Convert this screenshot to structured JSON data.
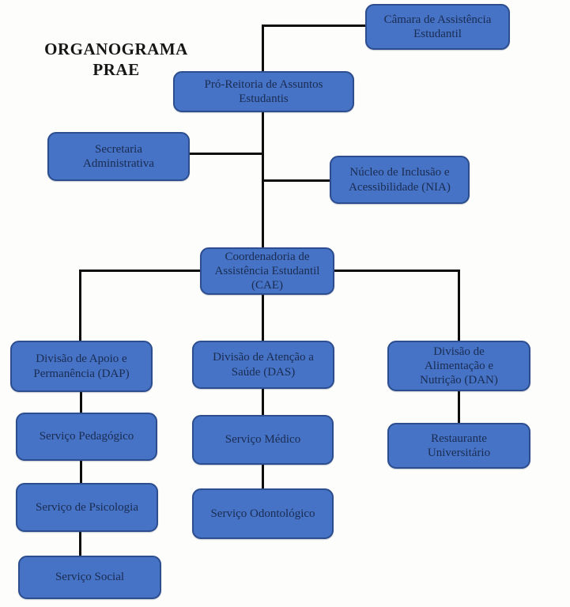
{
  "title": {
    "text": "ORGANOGRAMA\nPRAE"
  },
  "colors": {
    "box_fill": "#4673c5",
    "box_border": "#2c4d8e",
    "box_text": "#1a2c52",
    "line_color": "#0d0d0d",
    "bg": "#fdfdfb",
    "title_color": "#161616"
  },
  "org_chart": {
    "nodes": {
      "camara": {
        "label": "Câmara de Assistência\nEstudantil"
      },
      "pro_reitoria": {
        "label": "Pró-Reitoria de Assuntos\nEstudantis"
      },
      "secretaria": {
        "label": "Secretaria\nAdministrativa"
      },
      "nia": {
        "label": "Núcleo de Inclusão e\nAcessibilidade (NIA)"
      },
      "cae": {
        "label": "Coordenadoria de\nAssistência Estudantil\n(CAE)"
      },
      "dap": {
        "label": "Divisão de Apoio e\nPermanência (DAP)"
      },
      "pedagogico": {
        "label": "Serviço Pedagógico"
      },
      "psicologia": {
        "label": "Serviço de Psicologia"
      },
      "social": {
        "label": "Serviço Social"
      },
      "das": {
        "label": "Divisão de Atenção a\nSaúde (DAS)"
      },
      "medico": {
        "label": "Serviço Médico"
      },
      "odontologico": {
        "label": "Serviço Odontológico"
      },
      "dan": {
        "label": "Divisão de\nAlimentação e\nNutrição (DAN)"
      },
      "restaurante": {
        "label": "Restaurante\nUniversitário"
      }
    },
    "edges": [
      {
        "from": "pro_reitoria",
        "to": "camara"
      },
      {
        "from": "pro_reitoria",
        "to": "secretaria"
      },
      {
        "from": "pro_reitoria",
        "to": "nia"
      },
      {
        "from": "pro_reitoria",
        "to": "cae"
      },
      {
        "from": "cae",
        "to": "dap"
      },
      {
        "from": "cae",
        "to": "das"
      },
      {
        "from": "cae",
        "to": "dan"
      },
      {
        "from": "dap",
        "to": "pedagogico"
      },
      {
        "from": "pedagogico",
        "to": "psicologia"
      },
      {
        "from": "psicologia",
        "to": "social"
      },
      {
        "from": "das",
        "to": "medico"
      },
      {
        "from": "medico",
        "to": "odontologico"
      },
      {
        "from": "dan",
        "to": "restaurante"
      }
    ]
  }
}
